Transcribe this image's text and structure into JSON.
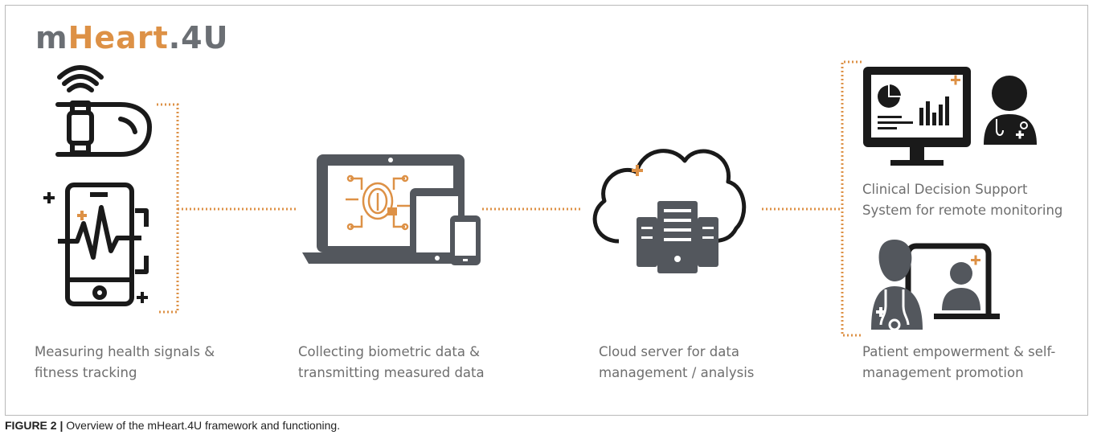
{
  "logo": {
    "part1": "m",
    "part2": "Heart",
    "part3": ".4U"
  },
  "steps": [
    {
      "line1": "Measuring health signals &",
      "line2": "fitness tracking"
    },
    {
      "line1": "Collecting biometric data &",
      "line2": "transmitting measured data"
    },
    {
      "line1": "Cloud server for data",
      "line2": "management / analysis"
    },
    {
      "line1": "Clinical Decision Support",
      "line2": "System for remote monitoring"
    },
    {
      "line1": "Patient empowerment & self-",
      "line2": "management promotion"
    }
  ],
  "caption": {
    "label": "FIGURE 2 |",
    "text": " Overview of the mHeart.4U framework and functioning."
  },
  "colors": {
    "accent": "#dd9146",
    "icon": "#1a1a1a",
    "device": "#53575d",
    "text": "#6e6e6e"
  },
  "icons": [
    "wearable-wrist-icon",
    "smartphone-ecg-icon",
    "laptop-tablet-phone-icon",
    "cloud-server-icon",
    "monitor-dashboard-icon",
    "doctor-icon",
    "video-consultation-icon"
  ]
}
